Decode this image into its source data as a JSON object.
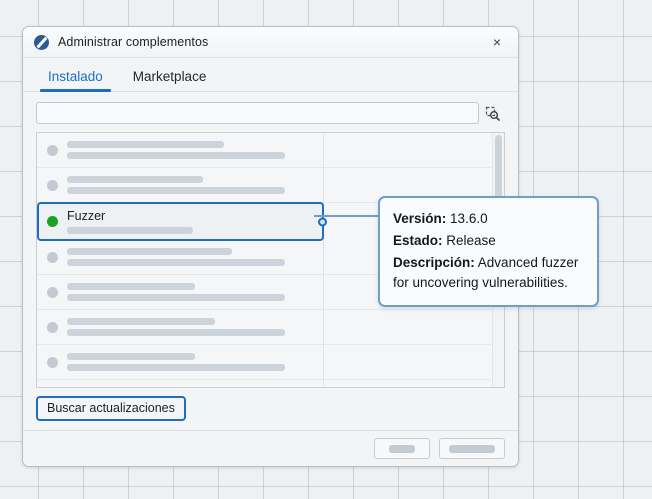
{
  "window": {
    "title": "Administrar complementos",
    "app_icon": "blocked-plugin-icon",
    "close_label": "×"
  },
  "tabs": [
    {
      "label": "Instalado",
      "active": true
    },
    {
      "label": "Marketplace",
      "active": false
    }
  ],
  "search": {
    "value": "",
    "placeholder": "",
    "icon": "search-icon"
  },
  "list": {
    "rows": [
      {
        "name": "",
        "redacted": true,
        "status_color": "#c3cad1",
        "selected": false
      },
      {
        "name": "",
        "redacted": true,
        "status_color": "#c3cad1",
        "selected": false
      },
      {
        "name": "Fuzzer",
        "redacted": false,
        "status_color": "#17a321",
        "selected": true
      },
      {
        "name": "",
        "redacted": true,
        "status_color": "#c3cad1",
        "selected": false
      },
      {
        "name": "",
        "redacted": true,
        "status_color": "#c3cad1",
        "selected": false
      },
      {
        "name": "",
        "redacted": true,
        "status_color": "#c3cad1",
        "selected": false
      },
      {
        "name": "",
        "redacted": true,
        "status_color": "#c3cad1",
        "selected": false
      },
      {
        "name": "",
        "redacted": true,
        "status_color": "#c3cad1",
        "selected": false
      }
    ]
  },
  "footer": {
    "check_updates_label": "Buscar actualizaciones",
    "button_1_label": "",
    "button_2_label": ""
  },
  "tooltip": {
    "version_label": "Versión:",
    "version_value": "13.6.0",
    "state_label": "Estado:",
    "state_value": "Release",
    "description_label": "Descripción:",
    "description_value": "Advanced fuzzer for uncovering vulnerabilities."
  },
  "colors": {
    "accent": "#1a6fc4",
    "focus_ring": "#1f6dbf",
    "callout_border": "#6f9ec9",
    "status_enabled": "#17a321",
    "status_disabled": "#c3cad1"
  }
}
